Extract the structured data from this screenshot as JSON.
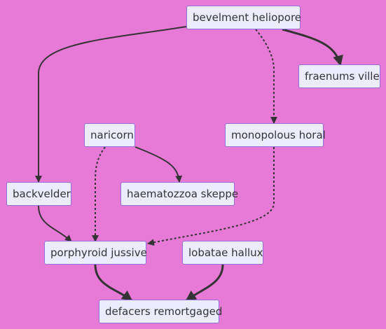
{
  "diagram": {
    "nodes": {
      "bevelment_heliopore": "bevelment heliopore",
      "fraenums_ville": "fraenums ville",
      "naricorn": "naricorn",
      "monopolous_horal": "monopolous horal",
      "backvelder": "backvelder",
      "haematozzoa_skeppe": "haematozzoa skeppe",
      "porphyroid_jussive": "porphyroid jussive",
      "lobatae_hallux": "lobatae hallux",
      "defacers_remortgaged": "defacers remortgaged"
    },
    "edges": [
      {
        "from": "bevelment heliopore",
        "to": "backvelder",
        "style": "solid"
      },
      {
        "from": "bevelment heliopore",
        "to": "fraenums ville",
        "style": "thick"
      },
      {
        "from": "bevelment heliopore",
        "to": "monopolous horal",
        "style": "dotted"
      },
      {
        "from": "naricorn",
        "to": "haematozzoa skeppe",
        "style": "solid"
      },
      {
        "from": "naricorn",
        "to": "porphyroid jussive",
        "style": "dotted"
      },
      {
        "from": "monopolous horal",
        "to": "porphyroid jussive",
        "style": "dotted"
      },
      {
        "from": "backvelder",
        "to": "porphyroid jussive",
        "style": "solid"
      },
      {
        "from": "porphyroid jussive",
        "to": "defacers remortgaged",
        "style": "thick"
      },
      {
        "from": "lobatae hallux",
        "to": "defacers remortgaged",
        "style": "thick"
      }
    ],
    "colors": {
      "background": "#e77ad6",
      "node_fill": "#ececff",
      "node_border": "#9370db",
      "edge": "#333333"
    }
  }
}
